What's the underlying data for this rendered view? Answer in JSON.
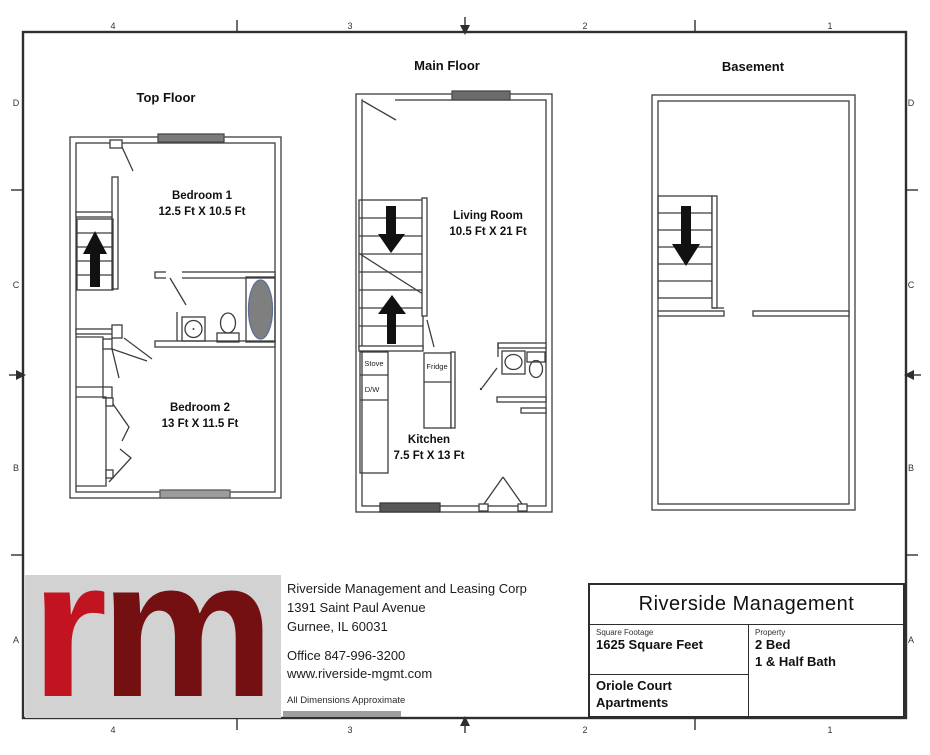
{
  "page": {
    "background": "#ffffff",
    "wall_line_color": "#3d3d3d",
    "window_fill_light": "#7b7b7b",
    "window_fill_dark": "#585858"
  },
  "ruler": {
    "top": [
      "4",
      "3",
      "2",
      "1"
    ],
    "bottom": [
      "4",
      "3",
      "2",
      "1"
    ],
    "left": [
      "D",
      "C",
      "B",
      "A"
    ],
    "right": [
      "D",
      "C",
      "B",
      "A"
    ]
  },
  "floors": {
    "top_floor": {
      "title": "Top Floor",
      "bedroom1_name": "Bedroom 1",
      "bedroom1_dims": "12.5 Ft X 10.5 Ft",
      "bedroom2_name": "Bedroom 2",
      "bedroom2_dims": "13 Ft X 11.5 Ft"
    },
    "main_floor": {
      "title": "Main Floor",
      "living_name": "Living Room",
      "living_dims": "10.5 Ft X 21 Ft",
      "kitchen_name": "Kitchen",
      "kitchen_dims": "7.5 Ft X 13 Ft",
      "stove": "Stove",
      "dw": "D/W",
      "fridge": "Fridge"
    },
    "basement": {
      "title": "Basement"
    }
  },
  "company": {
    "name": "Riverside Management and Leasing Corp",
    "address_line1": "1391 Saint Paul Avenue",
    "address_line2": "Gurnee, IL 60031",
    "phone": "Office 847-996-3200",
    "website": "www.riverside-mgmt.com",
    "disclaimer": "All Dimensions Approximate"
  },
  "logo": {
    "letter_r": "r",
    "letter_m": "m",
    "color_r": "#c11420",
    "color_m": "#741012",
    "background": "#d2d2d2"
  },
  "title_block": {
    "company": "Riverside Management",
    "sqft_label": "Square Footage",
    "sqft_value": "1625 Square Feet",
    "property_label": "Property",
    "property_value1": "2 Bed",
    "property_value2": "1 & Half Bath",
    "building_name1": "Oriole Court",
    "building_name2": "Apartments"
  }
}
